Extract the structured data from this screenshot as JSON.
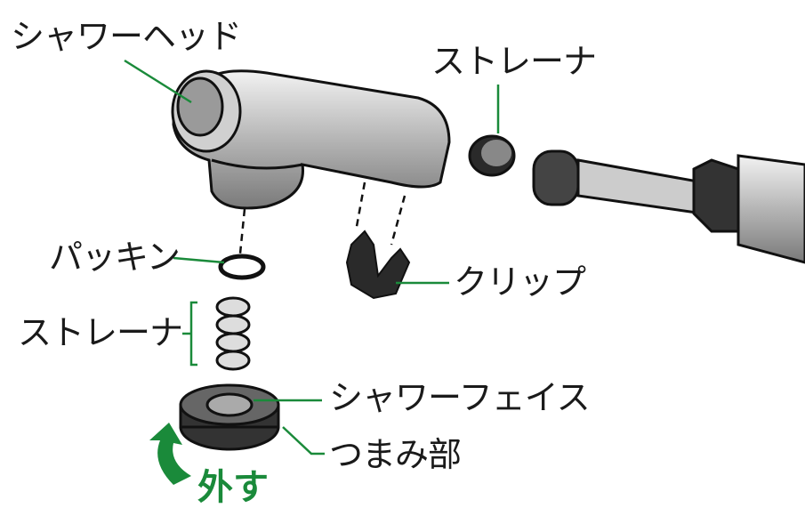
{
  "labels": {
    "shower_head": "シャワーヘッド",
    "strainer_top": "ストレーナ",
    "packing": "パッキン",
    "strainer_left": "ストレーナ",
    "clip": "クリップ",
    "shower_face": "シャワーフェイス",
    "knob": "つまみ部",
    "remove": "外す"
  },
  "colors": {
    "leader": "#1a8a3a",
    "arrow": "#1a8a3a",
    "metal": "#b8b8b8",
    "dark": "#222222"
  }
}
